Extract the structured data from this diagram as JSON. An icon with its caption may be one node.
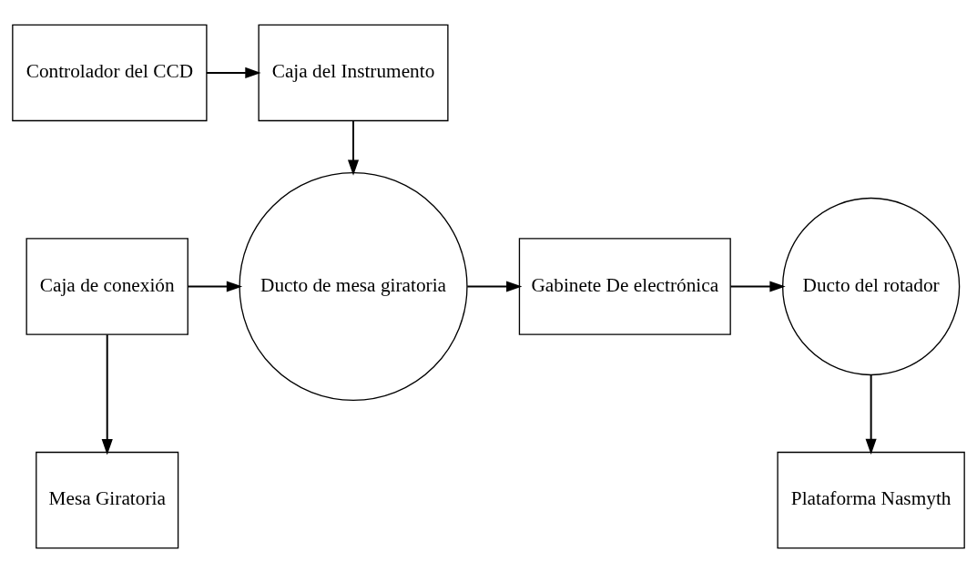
{
  "diagram": {
    "nodes": [
      {
        "text": [
          "Caja del Instrumento"
        ]
      },
      {
        "text": [
          "Controlador del CCD"
        ]
      },
      {
        "text": [
          "Ducto del rotador"
        ]
      },
      {
        "text": [
          "Gabinete De electrónica"
        ]
      },
      {
        "text": [
          "Ducto de mesa giratoria"
        ]
      },
      {
        "text": [
          "Caja de conexión"
        ]
      },
      {
        "text": [
          "Plataforma Nasmyth"
        ]
      },
      {
        "text": [
          "Mesa Giratoria"
        ]
      }
    ],
    "edges": [
      {
        "from": 1,
        "to": 0,
        "arrow": "to"
      },
      {
        "from": 0,
        "to": 4,
        "arrow": "to"
      },
      {
        "from": 5,
        "to": 4,
        "arrow": "to"
      },
      {
        "from": 4,
        "to": 3,
        "arrow": "to"
      },
      {
        "from": 3,
        "to": 2,
        "arrow": "to"
      },
      {
        "from": 2,
        "to": 6,
        "arrow": "to"
      },
      {
        "from": 5,
        "to": 7,
        "arrow": "to"
      }
    ]
  }
}
